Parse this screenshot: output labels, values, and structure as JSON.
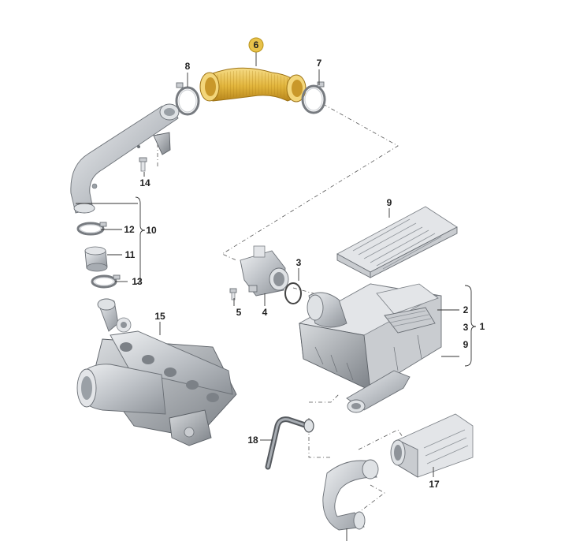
{
  "diagram": {
    "callouts": [
      {
        "id": "c6",
        "text": "6",
        "highlighted": true
      },
      {
        "id": "c8",
        "text": "8"
      },
      {
        "id": "c7",
        "text": "7"
      },
      {
        "id": "c14",
        "text": "14"
      },
      {
        "id": "c12",
        "text": "12"
      },
      {
        "id": "c10",
        "text": "10"
      },
      {
        "id": "c11",
        "text": "11"
      },
      {
        "id": "c13",
        "text": "13"
      },
      {
        "id": "c9top",
        "text": "9"
      },
      {
        "id": "c3a",
        "text": "3"
      },
      {
        "id": "c5",
        "text": "5"
      },
      {
        "id": "c4",
        "text": "4"
      },
      {
        "id": "c2",
        "text": "2"
      },
      {
        "id": "c3b",
        "text": "3"
      },
      {
        "id": "c1",
        "text": "1"
      },
      {
        "id": "c9b",
        "text": "9"
      },
      {
        "id": "c15",
        "text": "15"
      },
      {
        "id": "c18",
        "text": "18"
      },
      {
        "id": "c17",
        "text": "17"
      }
    ],
    "colors": {
      "highlight_part": "#e2b53c",
      "highlight_badge": "#e8c24a",
      "metal": "#c6cacf",
      "line": "#333333"
    }
  }
}
